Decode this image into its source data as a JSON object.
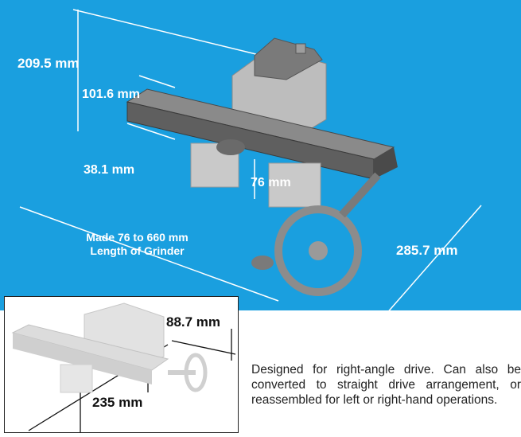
{
  "dimensions": {
    "overall_height": "209.5 mm",
    "rail_height": "101.6 mm",
    "clearance": "38.1 mm",
    "stroke": "76 mm",
    "made_length": "Made 76 to 660 mm",
    "made_length_line2": "Length of Grinder",
    "depth": "285.7 mm"
  },
  "inset": {
    "width_dim": "88.7 mm",
    "length_dim": "235 mm"
  },
  "description": "Designed for right-angle drive. Can also be converted to straight drive arrangement, or reassembled for left or right-hand operations.",
  "colors": {
    "panel": "#1a9fdf",
    "dimension_text": "#ffffff"
  }
}
